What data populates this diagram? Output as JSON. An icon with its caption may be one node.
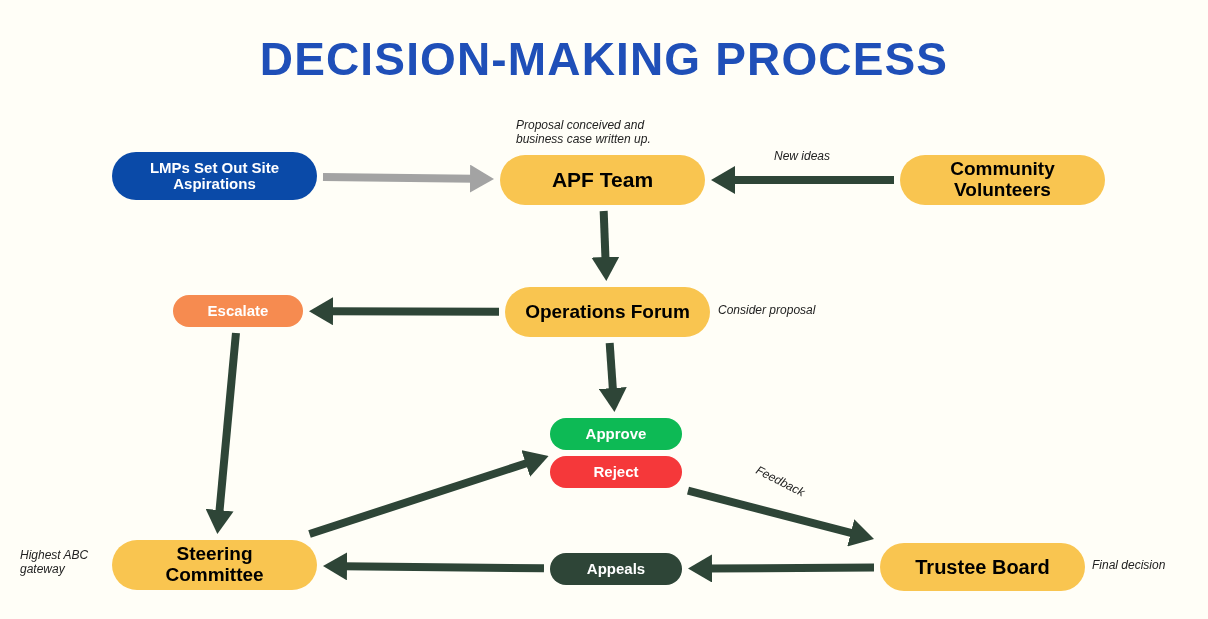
{
  "diagram": {
    "title": "DECISION-MAKING PROCESS",
    "nodes": [
      {
        "text": [
          "LMPs Set Out Site Aspirations"
        ]
      },
      {
        "text": [
          "APF Team"
        ],
        "beside": [
          "Proposal conceived and business case written up."
        ]
      },
      {
        "text": [
          "Community Volunteers"
        ]
      },
      {
        "text": [
          "Operations Forum"
        ],
        "beside": [
          "Consider proposal"
        ]
      },
      {
        "text": [
          "Escalate"
        ]
      },
      {
        "text": [
          "Approve"
        ]
      },
      {
        "text": [
          "Reject"
        ]
      },
      {
        "text": [
          "Steering Committee"
        ],
        "beside": [
          "Highest ABC gateway"
        ]
      },
      {
        "text": [
          "Appeals"
        ]
      },
      {
        "text": [
          "Trustee Board"
        ],
        "beside": [
          "Final decision"
        ]
      }
    ],
    "edges": [
      {
        "from": 0,
        "to": 1,
        "arrow": "to",
        "color": "#a3a3a3"
      },
      {
        "from": 2,
        "to": 1,
        "arrow": "to",
        "label": "New ideas"
      },
      {
        "from": 1,
        "to": 3,
        "arrow": "to"
      },
      {
        "from": 3,
        "to": 4,
        "arrow": "to"
      },
      {
        "from": 3,
        "to": 5,
        "arrow": "to"
      },
      {
        "from": 4,
        "to": 7,
        "arrow": "to"
      },
      {
        "from": 7,
        "to": 5,
        "arrow": "to"
      },
      {
        "from": 6,
        "to": 9,
        "arrow": "to",
        "label": "Feedback"
      },
      {
        "from": 9,
        "to": 8,
        "arrow": "to"
      },
      {
        "from": 8,
        "to": 7,
        "arrow": "to"
      }
    ]
  }
}
